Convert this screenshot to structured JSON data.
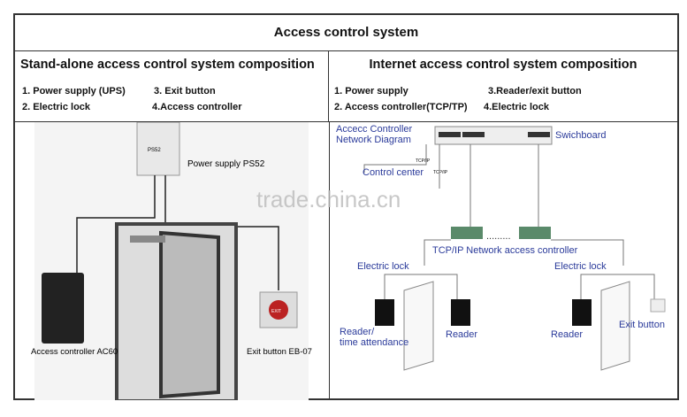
{
  "title": "Access control system",
  "standalone": {
    "heading": "Stand-alone access control system composition",
    "items": [
      "1.  Power supply (UPS)",
      "3. Exit button",
      "2.  Electric lock",
      "4.Access controller"
    ],
    "labels": {
      "power": "Power supply PS52",
      "controller": "Access controller AC60",
      "exit": "Exit button EB-07",
      "ps_badge": "PS52",
      "exit_badge": "EXIT"
    }
  },
  "internet": {
    "heading": "Internet access control system composition",
    "items": [
      "1.  Power supply",
      "3.Reader/exit button",
      "2.  Access controller(TCP/TP)",
      "4.Electric lock"
    ],
    "labels": {
      "diagram1": "Accecc Controller",
      "diagram2": "Network Diagram",
      "switch": "Swichboard",
      "control": "Control center",
      "tcp1": "TCP/IP",
      "tcp2": "TCP/IP",
      "netctrl": "TCP/IP Network access controller",
      "lock1": "Electric lock",
      "lock2": "Electric lock",
      "reader1a": "Reader/",
      "reader1b": "time attendance",
      "reader2": "Reader",
      "reader3": "Reader",
      "exitbtn": "Exit button"
    }
  },
  "watermark": "trade.china.cn",
  "colors": {
    "label_blue": "#2a3a9a",
    "border": "#333333"
  }
}
